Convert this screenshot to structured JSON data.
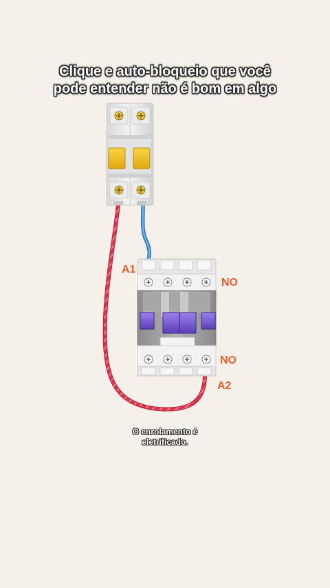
{
  "title": {
    "line1": "Clique e auto-bloqueio que você",
    "line2": "pode entender não é bom em algo"
  },
  "labels": {
    "a1": "A1",
    "a2": "A2",
    "no_top": "NO",
    "no_bottom": "NO"
  },
  "caption": {
    "line1": "O enrolamento é",
    "line2": "eletrificado."
  },
  "colors": {
    "background": "#f5f1ea",
    "label_orange": "#e8612a",
    "wire_red": "#d8334a",
    "wire_blue": "#4a9ad6",
    "breaker_toggle": "#f2c31f",
    "contactor_purple": "#7a5bd6"
  }
}
